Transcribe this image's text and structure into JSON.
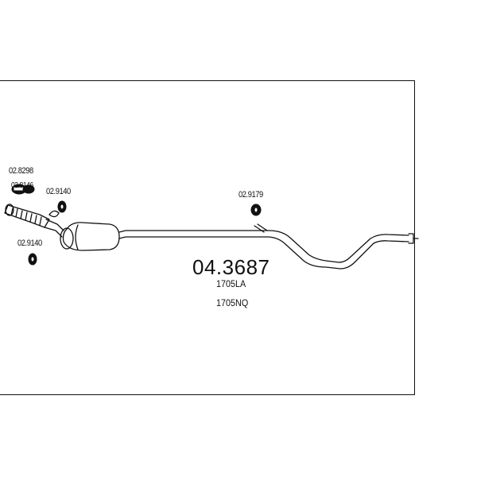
{
  "main_part_number": "04.3687",
  "alt_codes": [
    "1705LA",
    "1705NQ"
  ],
  "callouts": {
    "clamp_top": "02.8298",
    "clamp_top_sub": "02.8146",
    "hanger_upper": "02.9140",
    "hanger_lower": "02.9140",
    "hanger_rear": "02.9179"
  },
  "colors": {
    "line": "#111111",
    "background": "#ffffff"
  }
}
